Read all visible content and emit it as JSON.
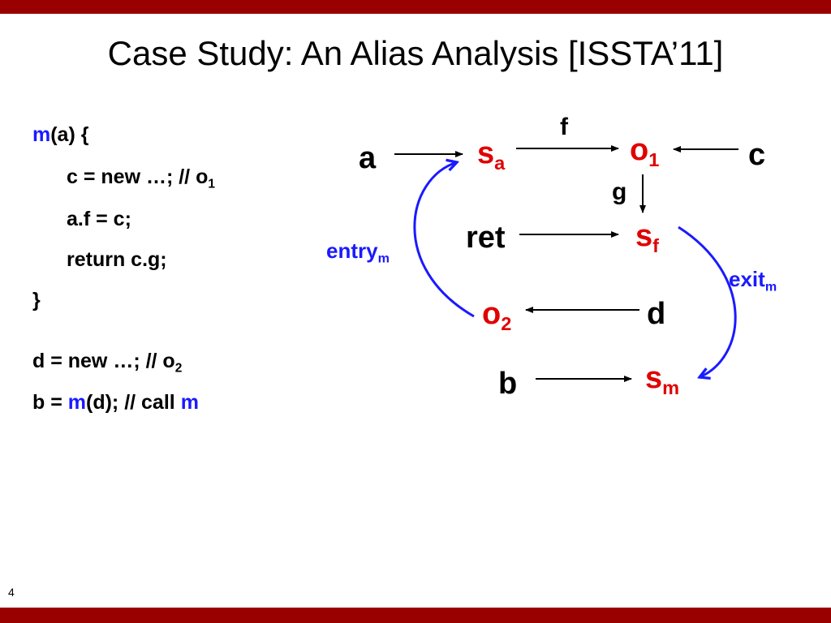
{
  "slide": {
    "title": "Case Study: An Alias Analysis [ISSTA’11]",
    "page_number": "4"
  },
  "colors": {
    "bar": "#990000",
    "keyword_blue": "#1a1aff",
    "node_red": "#e00000"
  },
  "code": {
    "l1_fn": "m",
    "l1_rest": "(a) {",
    "l2_text": "c = new …; // o",
    "l2_sub": "1",
    "l3_text": "a.f = c;",
    "l4_text": "return c.g;",
    "l5_text": "}",
    "l6_text": "d = new …; // o",
    "l6_sub": "2",
    "l7_a": "b = ",
    "l7_fn": "m",
    "l7_b": "(d); // call ",
    "l7_fn2": "m"
  },
  "graph": {
    "nodes": {
      "a": "a",
      "c": "c",
      "ret": "ret",
      "d": "d",
      "b": "b",
      "sa_base": "s",
      "sa_sub": "a",
      "o1_base": "o",
      "o1_sub": "1",
      "sf_base": "s",
      "sf_sub": "f",
      "o2_base": "o",
      "o2_sub": "2",
      "sm_base": "s",
      "sm_sub": "m"
    },
    "edge_labels": {
      "f": "f",
      "g": "g",
      "entry_base": "entry",
      "entry_sub": "m",
      "exit_base": "exit",
      "exit_sub": "m"
    }
  }
}
